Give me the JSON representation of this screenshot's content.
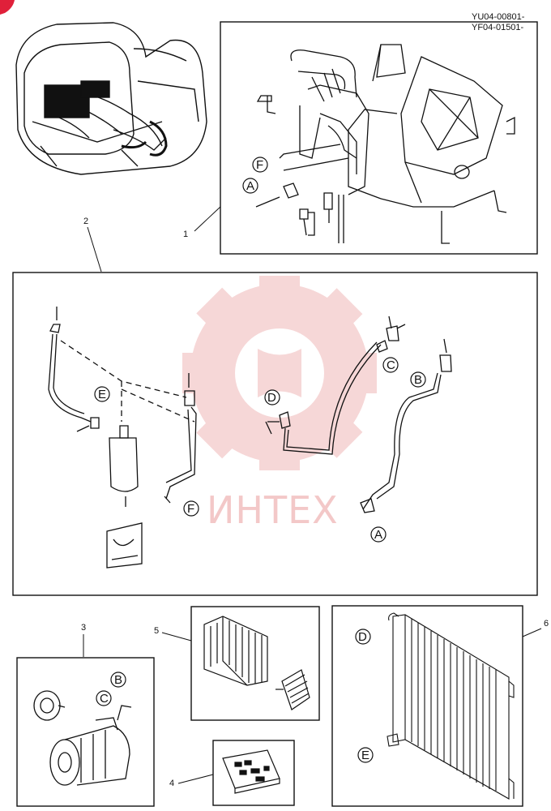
{
  "header": {
    "code_line1": "YU04-00801-",
    "code_line2": "YF04-01501-"
  },
  "part_numbers": {
    "p1": "1",
    "p2": "2",
    "p3": "3",
    "p4": "4",
    "p5": "5",
    "p6": "6"
  },
  "callouts": {
    "unit_F": "F",
    "unit_A": "A",
    "hose_E": "E",
    "hose_F": "F",
    "hose_D": "D",
    "hose_C": "C",
    "hose_B": "B",
    "hose_A": "A",
    "comp_B": "B",
    "comp_C": "C",
    "cond_D": "D",
    "cond_E": "E"
  },
  "watermark": {
    "text": "ИНТЕХ"
  },
  "colors": {
    "line": "#111111",
    "watermark": "#f3c8c8",
    "corner_mark": "#e0203a"
  }
}
